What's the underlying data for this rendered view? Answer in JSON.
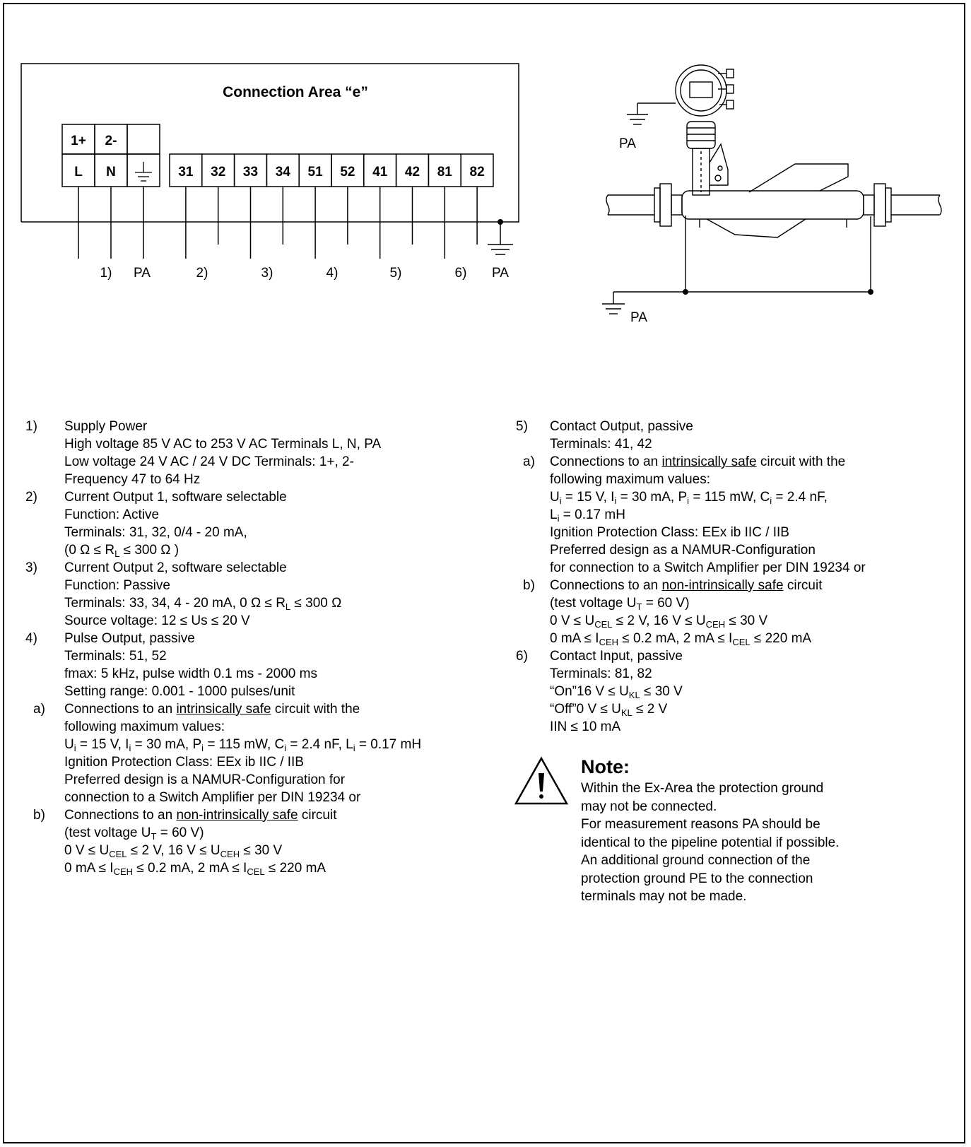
{
  "diagram": {
    "title": "Connection Area “e”",
    "top_terminals": [
      "1+",
      "2-",
      ""
    ],
    "bottom_terminals": [
      "L",
      "N",
      "31",
      "32",
      "33",
      "34",
      "51",
      "52",
      "41",
      "42",
      "81",
      "82"
    ],
    "ground_symbol": "⏚",
    "group_labels": [
      "1)",
      "PA",
      "2)",
      "3)",
      "4)",
      "5)",
      "6)",
      "PA"
    ],
    "meter_pa_labels": [
      "PA",
      "PA"
    ]
  },
  "items": {
    "i1": {
      "num": "1)",
      "title": "Supply Power",
      "lines": [
        "High voltage 85 V AC to 253 V AC Terminals L, N, PA",
        "Low voltage 24 V AC / 24 V DC Terminals: 1+, 2-",
        "Frequency 47 to 64 Hz"
      ]
    },
    "i2": {
      "num": "2)",
      "title": "Current Output 1, software selectable",
      "lines": [
        "Function: Active",
        "Terminals: 31, 32, 0/4 - 20 mA,"
      ],
      "formula": "(0 Ω ≤ RL ≤ 300 Ω )"
    },
    "i3": {
      "num": "3)",
      "title": "Current Output 2, software selectable",
      "lines": [
        "Function: Passive"
      ],
      "formula": "Terminals: 33, 34, 4 - 20 mA, 0 Ω ≤ RL ≤ 300 Ω",
      "source": "Source voltage: 12 ≤ Us ≤ 20 V"
    },
    "i4": {
      "num": "4)",
      "title": "Pulse Output, passive",
      "lines": [
        "Terminals: 51, 52",
        "fmax: 5 kHz, pulse width 0.1 ms - 2000 ms",
        "Setting range: 0.001 - 1000 pulses/unit"
      ]
    },
    "i4a": {
      "num": "a)",
      "pre": "Connections to an ",
      "underlined": "intrinsically safe",
      "post": " circuit with the",
      "line2": "following maximum values:",
      "values": "Ui = 15 V, Ii = 30 mA, Pi = 115 mW, Ci = 2.4 nF, Li = 0.17 mH",
      "lines": [
        "Ignition Protection Class: EEx ib IIC / IIB",
        "Preferred design is a NAMUR-Configuration for",
        "connection to a Switch Amplifier per DIN 19234 or"
      ]
    },
    "i4b": {
      "num": "b)",
      "pre": "Connections to an ",
      "underlined": "non-intrinsically safe",
      "post": " circuit",
      "test": "(test voltage UT = 60 V)",
      "v1": "0 V ≤ UCEL ≤ 2 V, 16 V ≤ UCEH ≤ 30 V",
      "v2": "0 mA ≤ ICEH ≤ 0.2 mA, 2 mA ≤ ICEL ≤ 220 mA"
    },
    "i5": {
      "num": "5)",
      "title": "Contact Output, passive",
      "lines": [
        "Terminals: 41, 42"
      ]
    },
    "i5a": {
      "num": "a)",
      "pre": "Connections to an ",
      "underlined": "intrinsically safe",
      "post": " circuit with the",
      "line2": "following maximum values:",
      "values": "Ui = 15 V, Ii = 30 mA, Pi = 115 mW, Ci = 2.4 nF,",
      "values2": "Li = 0.17 mH",
      "lines": [
        "Ignition Protection Class: EEx ib IIC / IIB",
        "Preferred design as a NAMUR-Configuration",
        "for connection to a Switch Amplifier per DIN 19234 or"
      ]
    },
    "i5b": {
      "num": "b)",
      "pre": "Connections to an ",
      "underlined": "non-intrinsically safe",
      "post": " circuit",
      "test": "(test voltage UT = 60 V)",
      "v1": "0 V ≤ UCEL ≤ 2 V, 16 V ≤ UCEH ≤ 30 V",
      "v2": "0 mA ≤ ICEH ≤ 0.2 mA, 2 mA ≤ ICEL ≤ 220 mA"
    },
    "i6": {
      "num": "6)",
      "title": "Contact Input, passive",
      "lines": [
        "Terminals: 81, 82"
      ],
      "on": "“On”16 V ≤ UKL ≤ 30 V",
      "off": "“Off”0 V ≤ UKL ≤ 2 V",
      "iin": "IIN ≤ 10 mA"
    }
  },
  "note": {
    "title": "Note:",
    "lines": [
      "Within the Ex-Area the protection ground",
      "may not be connected.",
      "For measurement reasons PA should be",
      "identical to the pipeline potential if possible.",
      "An additional ground connection of the",
      "protection ground PE to the connection",
      "terminals may not be made."
    ]
  }
}
